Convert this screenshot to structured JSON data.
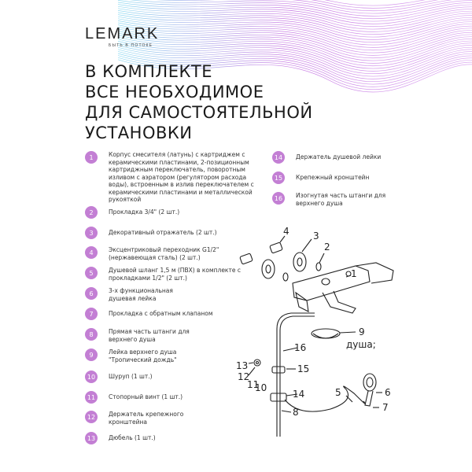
{
  "logo": {
    "brand": "LEMARK",
    "tagline": "БЫТЬ В ПОТОКЕ"
  },
  "headline": [
    "В КОМПЛЕКТЕ",
    "ВСЕ НЕОБХОДИМОЕ",
    "ДЛЯ  САМОСТОЯТЕЛЬНОЙ",
    "УСТАНОВКИ"
  ],
  "items_left": [
    {
      "num": "1",
      "text": "Корпус смесителя (латунь) с картриджем с керамическими пластинами, 2-позиционным картриджным переключатель, поворотным изливом с аэратором (регулятором расхода воды), встроенным в излив переключателем с керамическими пластинами и металлической рукояткой"
    },
    {
      "num": "2",
      "text": "Прокладка 3/4\" (2 шт.)"
    },
    {
      "num": "3",
      "text": "Декоративный отражатель (2 шт.)"
    },
    {
      "num": "4",
      "text": "Эксцентриковый переходник G1/2\" (нержавеющая сталь) (2 шт.)"
    },
    {
      "num": "5",
      "text": "Душевой шланг 1,5 м (ПВХ) в комплекте с прокладками 1/2\" (2 шт.)"
    },
    {
      "num": "6",
      "text": "3-х функциональная душевая лейка"
    },
    {
      "num": "7",
      "text": "Прокладка с обратным клапаном"
    },
    {
      "num": "8",
      "text": "Прямая часть штанги для верхнего душа"
    },
    {
      "num": "9",
      "text": "Лейка верхнего душа \"Тропический дождь\""
    },
    {
      "num": "10",
      "text": "Шуруп (1 шт.)"
    },
    {
      "num": "11",
      "text": "Стопорный винт (1 шт.)"
    },
    {
      "num": "12",
      "text": "Держатель крепежного кронштейна"
    },
    {
      "num": "13",
      "text": "Дюбель (1 шт.)"
    }
  ],
  "items_right": [
    {
      "num": "14",
      "text": "Держатель душевой лейки"
    },
    {
      "num": "15",
      "text": "Крепежный кронштейн"
    },
    {
      "num": "16",
      "text": "Изогнутая часть штанги для верхнего душа"
    }
  ],
  "diagram": {
    "labels": [
      "1",
      "2",
      "3",
      "4",
      "5",
      "6",
      "7",
      "8",
      "9",
      "10",
      "11",
      "12",
      "13",
      "14",
      "15",
      "16"
    ],
    "caption": "душа;"
  },
  "colors": {
    "accent": "#c37fd4",
    "text": "#222222"
  }
}
